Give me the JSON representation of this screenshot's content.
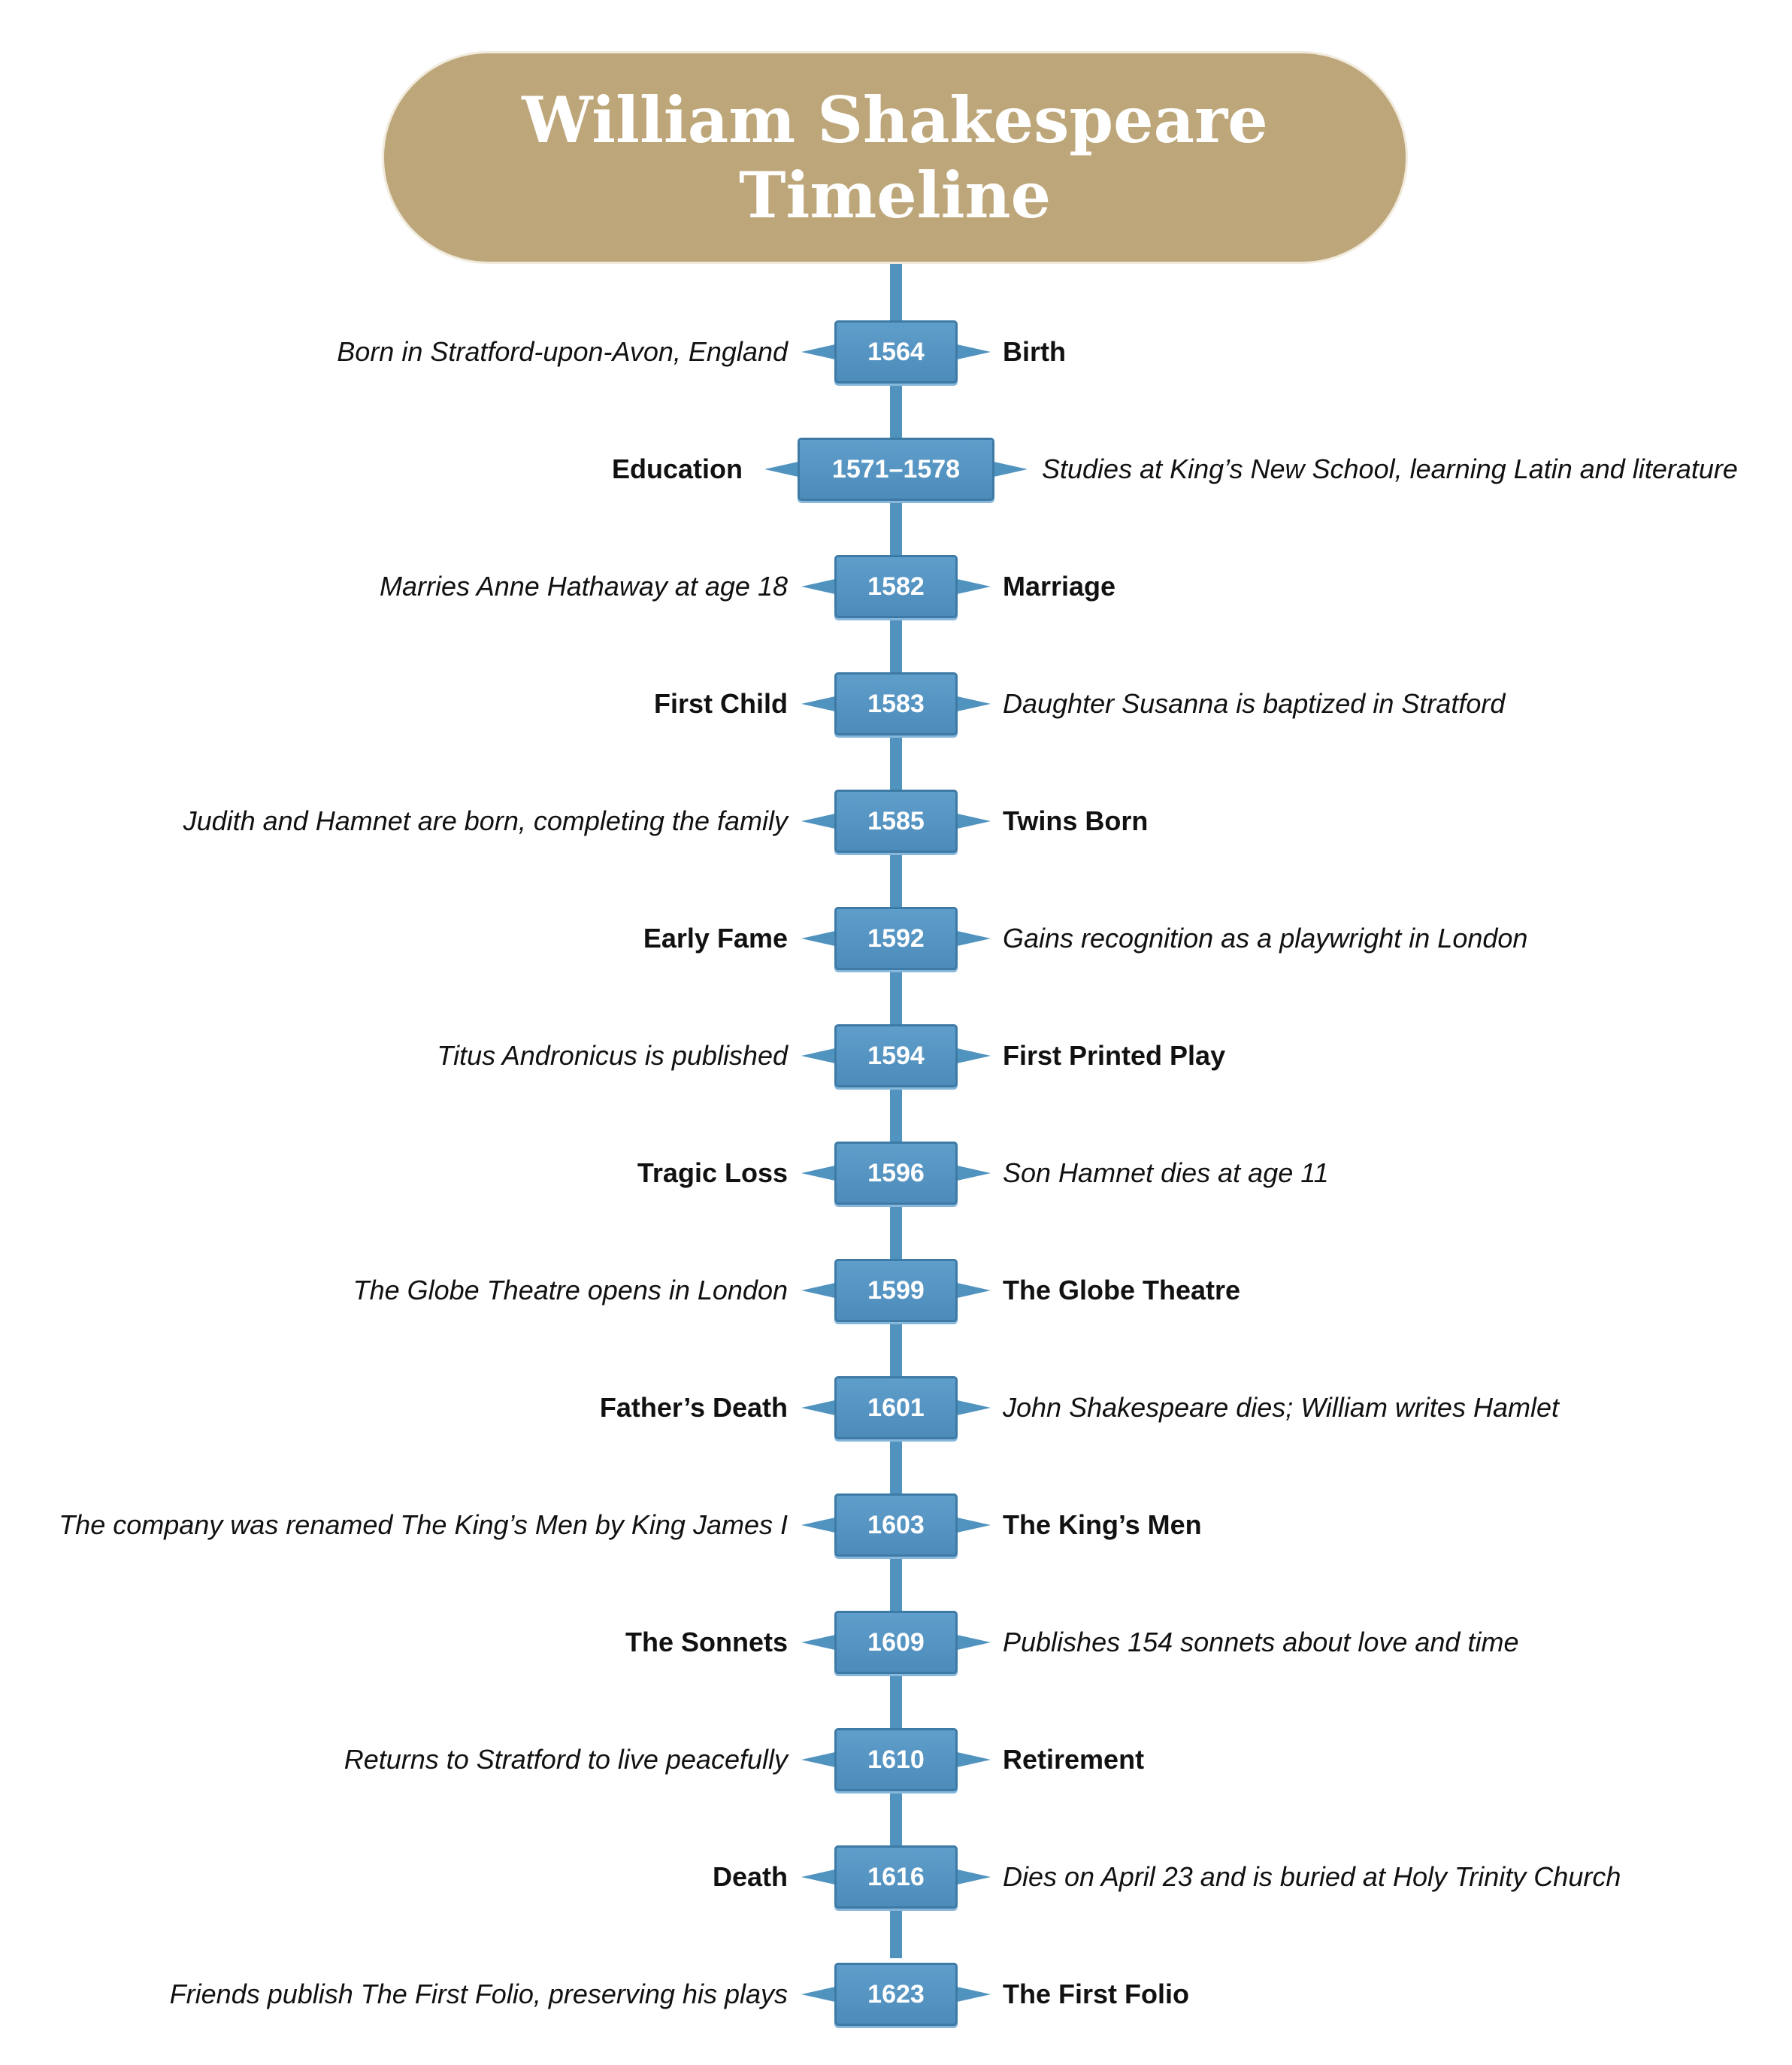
{
  "title": "William Shakespeare Timeline",
  "colors": {
    "title_fill": "#bda77a",
    "spine": "#5093be",
    "year_box": "#4f8fbd",
    "text": "#111111"
  },
  "events": [
    {
      "year": "1564",
      "name": "Birth",
      "description": "Born in Stratford-upon-Avon, England",
      "name_side": "right"
    },
    {
      "year": "1571–1578",
      "name": "Education",
      "description": "Studies at King’s New School, learning Latin and literature",
      "name_side": "left"
    },
    {
      "year": "1582",
      "name": "Marriage",
      "description": "Marries Anne Hathaway at age 18",
      "name_side": "right"
    },
    {
      "year": "1583",
      "name": "First Child",
      "description": "Daughter Susanna is baptized in Stratford",
      "name_side": "left"
    },
    {
      "year": "1585",
      "name": "Twins Born",
      "description": "Judith and Hamnet are born, completing the family",
      "name_side": "right"
    },
    {
      "year": "1592",
      "name": "Early Fame",
      "description": "Gains recognition as a playwright in London",
      "name_side": "left"
    },
    {
      "year": "1594",
      "name": "First Printed Play",
      "description": "Titus Andronicus is published",
      "name_side": "right"
    },
    {
      "year": "1596",
      "name": "Tragic Loss",
      "description": "Son Hamnet dies at age 11",
      "name_side": "left"
    },
    {
      "year": "1599",
      "name": "The Globe Theatre",
      "description": "The Globe Theatre opens in London",
      "name_side": "right"
    },
    {
      "year": "1601",
      "name": "Father’s Death",
      "description": "John Shakespeare dies; William writes Hamlet",
      "name_side": "left"
    },
    {
      "year": "1603",
      "name": "The King’s Men",
      "description": "The company was renamed The King’s Men by King James I",
      "name_side": "right"
    },
    {
      "year": "1609",
      "name": "The Sonnets",
      "description": "Publishes 154 sonnets about love and time",
      "name_side": "left"
    },
    {
      "year": "1610",
      "name": "Retirement",
      "description": "Returns to Stratford to live peacefully",
      "name_side": "right"
    },
    {
      "year": "1616",
      "name": "Death",
      "description": "Dies on April 23 and is buried at Holy Trinity Church",
      "name_side": "left"
    },
    {
      "year": "1623",
      "name": "The First Folio",
      "description": "Friends publish The First Folio, preserving his plays",
      "name_side": "right"
    }
  ]
}
